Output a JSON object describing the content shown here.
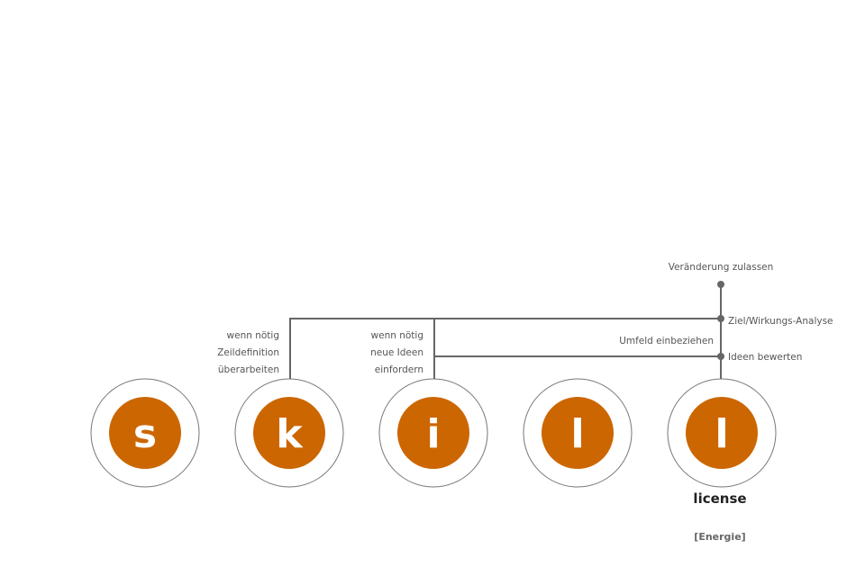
{
  "colors": {
    "accent": "#cc6600",
    "line": "#666666",
    "ring": "#777777"
  },
  "letters": [
    "s",
    "k",
    "i",
    "l",
    "l"
  ],
  "k_notes": [
    "wenn nötig",
    "Zeildefinition",
    "überarbeiten"
  ],
  "i_notes": [
    "wenn nötig",
    "neue Ideen",
    "einfordern"
  ],
  "right_labels": {
    "top": "Veränderung zulassen",
    "ziel": "Ziel/Wirkungs-Analyse",
    "umfeld": "Umfeld einbeziehen",
    "ideen": "Ideen bewerten"
  },
  "license": {
    "title": "license",
    "subtitle": "[Energie]"
  }
}
